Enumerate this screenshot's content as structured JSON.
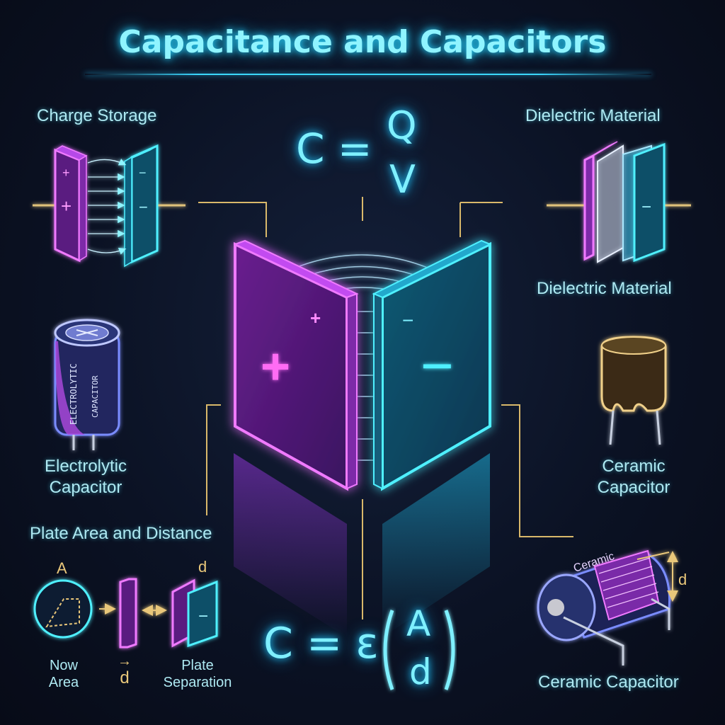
{
  "title": "Capacitance and Capacitors",
  "formula_top": {
    "lhs": "C =",
    "numerator": "Q",
    "denominator": "V"
  },
  "formula_bottom": {
    "lhs": "C = ε",
    "numerator": "A",
    "denominator": "d"
  },
  "center_plus_small": "+",
  "center_plus_big": "+",
  "center_minus_small": "−",
  "center_minus_big": "−",
  "charge_storage": {
    "title": "Charge Storage",
    "plus_1": "+",
    "plus_2": "+",
    "minus_1": "−",
    "minus_2": "−"
  },
  "dielectric": {
    "title_top": "Dielectric Material",
    "title_bottom": "Dielectric Material",
    "minus": "−"
  },
  "electrolytic": {
    "line1": "Electrolytic",
    "line2": "Capacitor",
    "body_text_1": "ELECTROLYTIC",
    "body_text_2": "CAPACITOR"
  },
  "ceramic_right": {
    "line1": "Ceramic",
    "line2": "Capacitor"
  },
  "plate_area": {
    "title": "Plate Area and Distance",
    "a_label": "A",
    "d_label": "d",
    "now_label": "Now",
    "area_label": "Area",
    "arrow_d_top": "→",
    "arrow_d_bottom": "d",
    "plate_label": "Plate",
    "separation_label": "Separation",
    "minus": "−"
  },
  "ceramic_bottom": {
    "label": "Ceramic Capacitor",
    "body_text": "Ceramic",
    "d_label": "d"
  },
  "colors": {
    "cyan": "#3fe3ff",
    "magenta": "#e055ff",
    "gold": "#e9c77a",
    "background": "#0b1224"
  }
}
